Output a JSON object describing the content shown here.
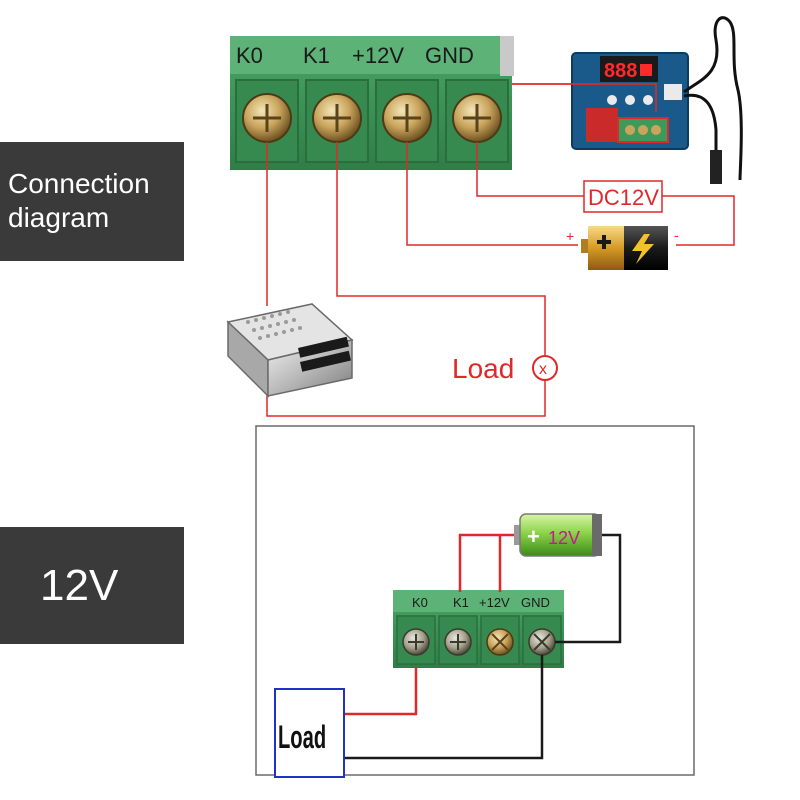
{
  "side_labels": {
    "top_line1": "Connection",
    "top_line2": "diagram",
    "bottom": "12V"
  },
  "top_terminal": {
    "labels": [
      "K0",
      "K1",
      "+12V",
      "GND"
    ]
  },
  "top_diagram": {
    "dc_label": "DC12V",
    "battery_plus": "+",
    "battery_minus": "-",
    "load_label": "Load",
    "load_symbol": "x"
  },
  "bottom_terminal": {
    "labels": [
      "K0",
      "K1",
      "+12V",
      "GND"
    ]
  },
  "bottom_diagram": {
    "battery_label": "12V",
    "battery_plus": "+",
    "load_label": "Load"
  },
  "colors": {
    "wire_red": "#e0282a",
    "wire_black": "#1a1a1a",
    "terminal_green": "#3e9a58",
    "label_bg": "#3a3a3a",
    "load_box_border": "#2230c8"
  },
  "icons": [
    "screw-icon",
    "battery-icon",
    "power-supply-icon",
    "thermostat-module-icon",
    "load-symbol-icon"
  ]
}
